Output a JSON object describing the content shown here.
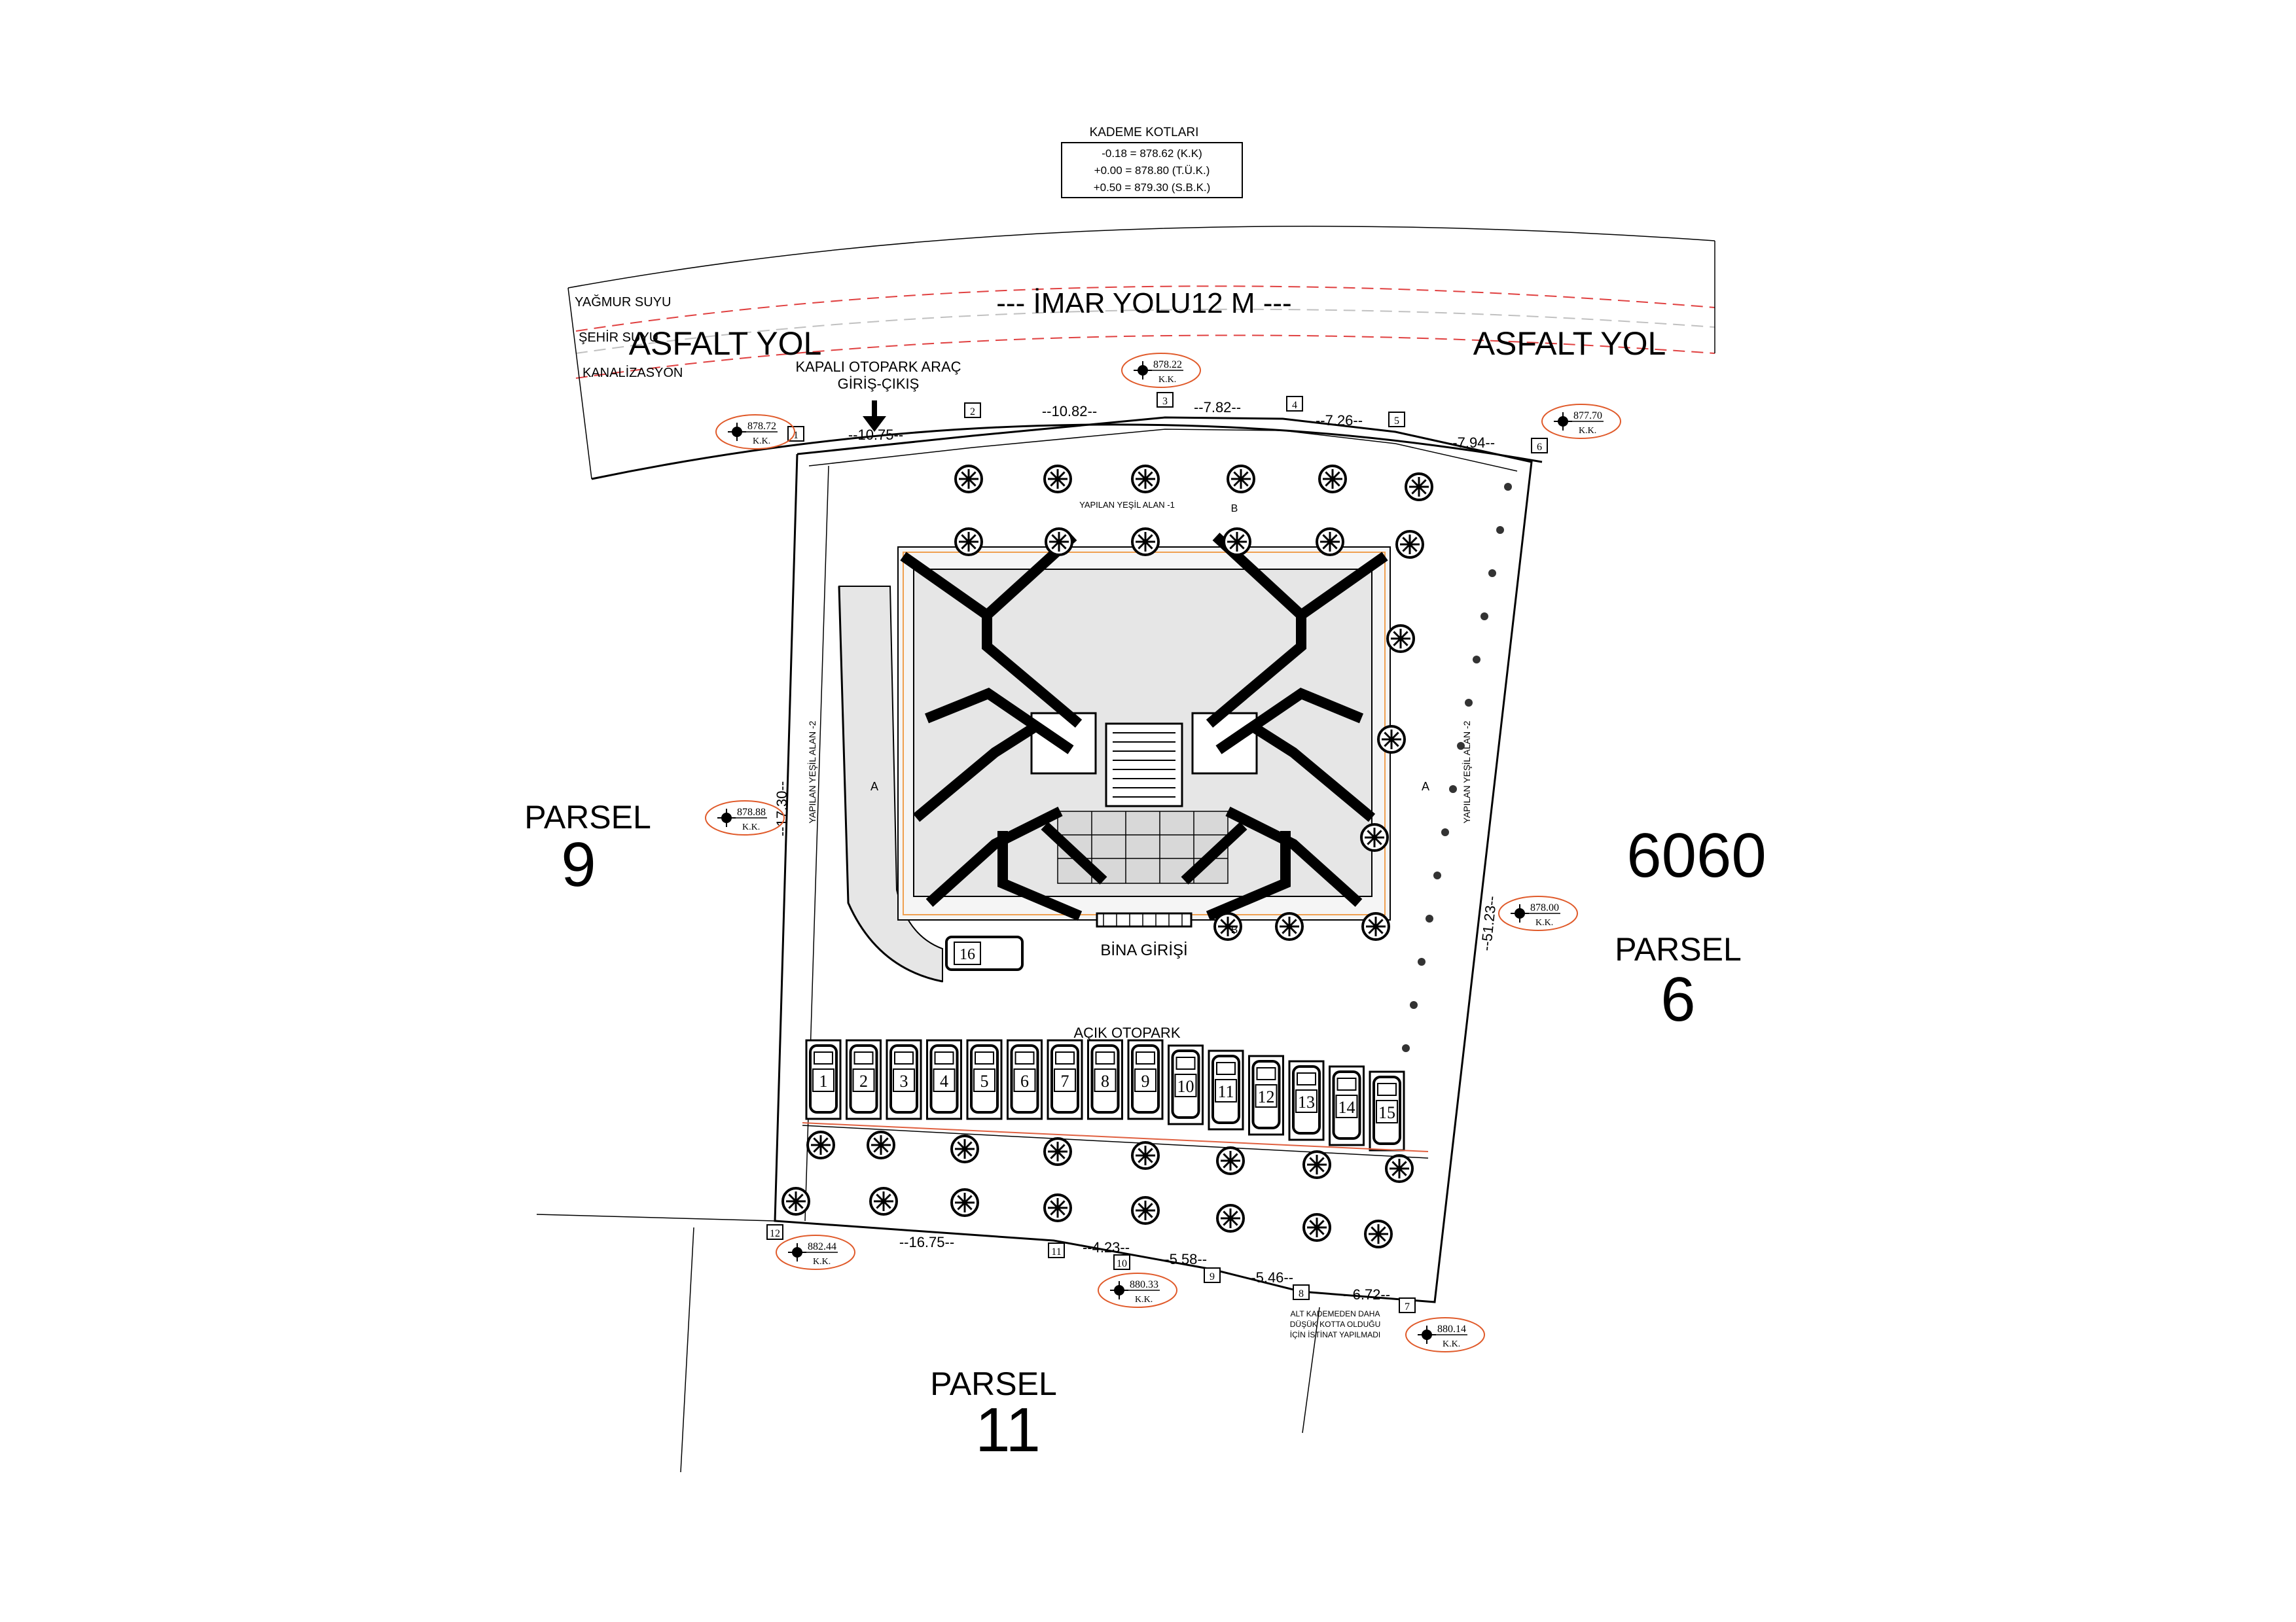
{
  "levels_box": {
    "title": "KADEME KOTLARI",
    "rows": [
      "-0.18 = 878.62 (K.K)",
      "+0.00 = 878.80 (T.Ü.K.)",
      "+0.50 = 879.30 (S.B.K.)"
    ]
  },
  "road": {
    "title": "--- İMAR YOLU12 M ---",
    "left_label": "ASFALT YOL",
    "right_label": "ASFALT YOL",
    "utilities": [
      "YAĞMUR SUYU",
      "ŞEHİR SUYU",
      "KANALİZASYON"
    ]
  },
  "garage_entry": {
    "line1": "KAPALI OTOPARK ARAÇ",
    "line2": "GİRİŞ-ÇIKIŞ"
  },
  "parcels": {
    "west": {
      "label": "PARSEL",
      "number": "9"
    },
    "east": {
      "label": "PARSEL",
      "number": "6"
    },
    "south": {
      "label": "PARSEL",
      "number": "11"
    },
    "east_block": "6060"
  },
  "areas": {
    "green_1": "YAPILAN YEŞİL ALAN -1",
    "green_2_left": "YAPILAN YEŞİL ALAN -2",
    "green_2_right": "YAPILAN YEŞİL ALAN -2",
    "building_entrance": "BİNA GİRİŞİ",
    "open_parking": "AÇIK OTOPARK"
  },
  "notes": {
    "south_wall_1": "ALT KADEMEDEN DAHA",
    "south_wall_2": "DÜŞÜK KOTTA OLDUĞU",
    "south_wall_3": "İÇİN İSTİNAT YAPILMADI"
  },
  "kk_label": "K.K.",
  "elevations": {
    "e1": "878.72",
    "e2": "878.22",
    "e3": "877.70",
    "e4": "878.88",
    "e5": "878.00",
    "e6": "882.44",
    "e7": "880.33",
    "e8": "880.14"
  },
  "corners": [
    "1",
    "2",
    "3",
    "4",
    "5",
    "6",
    "7",
    "8",
    "9",
    "10",
    "11",
    "12"
  ],
  "dimensions": {
    "d1": "--10.75--",
    "d2": "--10.82--",
    "d3": "--7.82--",
    "d4": "--7.26--",
    "d5": "--7.94--",
    "d6": "--17.30--",
    "d7": "--51.23--",
    "d8": "--16.75--",
    "d9": "--4.23--",
    "d10": "--5.58--",
    "d11": "--5.46--",
    "d12": "--6.72--"
  },
  "parking_spaces": [
    "1",
    "2",
    "3",
    "4",
    "5",
    "6",
    "7",
    "8",
    "9",
    "10",
    "11",
    "12",
    "13",
    "14",
    "15"
  ],
  "garage_space": "16",
  "section_markers": {
    "a": "A",
    "b": "B"
  }
}
